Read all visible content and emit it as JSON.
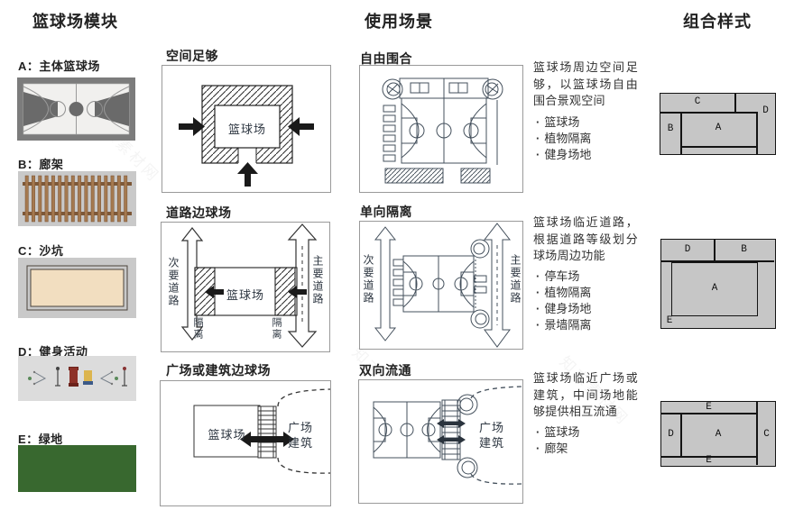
{
  "watermark": "知末素材网",
  "modules": {
    "title": "篮球场模块",
    "items": [
      {
        "label": "A：主体篮球场"
      },
      {
        "label": "B：廊架"
      },
      {
        "label": "C：沙坑"
      },
      {
        "label": "D：健身活动"
      },
      {
        "label": "E：绿地"
      }
    ]
  },
  "layouts": {
    "enough_space": {
      "title": "空间足够",
      "court": "篮球场"
    },
    "roadside": {
      "title": "道路边球场",
      "court": "篮球场",
      "secondary_road": "次要道路",
      "main_road": "主要道路",
      "isolation_left": "隔离",
      "isolation_right": "隔离"
    },
    "plaza_side": {
      "title": "广场或建筑边球场",
      "court": "篮球场",
      "plaza": "广场建筑"
    }
  },
  "scenarios": {
    "title": "使用场景",
    "items": [
      {
        "title": "自由围合",
        "description": "篮球场周边空间足够，以篮球场自由围合景观空间",
        "bullets": [
          "篮球场",
          "植物隔离",
          "健身场地"
        ]
      },
      {
        "title": "单向隔离",
        "secondary_road": "次要道路",
        "main_road": "主要道路",
        "description": "篮球场临近道路，根据道路等级划分球场周边功能",
        "bullets": [
          "停车场",
          "植物隔离",
          "健身场地",
          "景墙隔离"
        ]
      },
      {
        "title": "双向流通",
        "plaza": "广场建筑",
        "description": "篮球场临近广场或建筑，中间场地能够提供相互流通",
        "bullets": [
          "篮球场",
          "廊架"
        ]
      }
    ]
  },
  "combinations": {
    "title": "组合样式",
    "patterns": [
      {
        "top_left": "C",
        "top_right": "D",
        "left": "B",
        "center": "A"
      },
      {
        "top_left": "D",
        "top_right": "B",
        "center": "A",
        "frame": "E"
      },
      {
        "top": "E",
        "left": "D",
        "center": "A",
        "right": "C",
        "bottom": "E"
      }
    ]
  },
  "colors": {
    "green_space": "#38682f",
    "sand": "#f2dec0",
    "wood": "#a5794f",
    "block_gray": "#c6c6c6"
  }
}
